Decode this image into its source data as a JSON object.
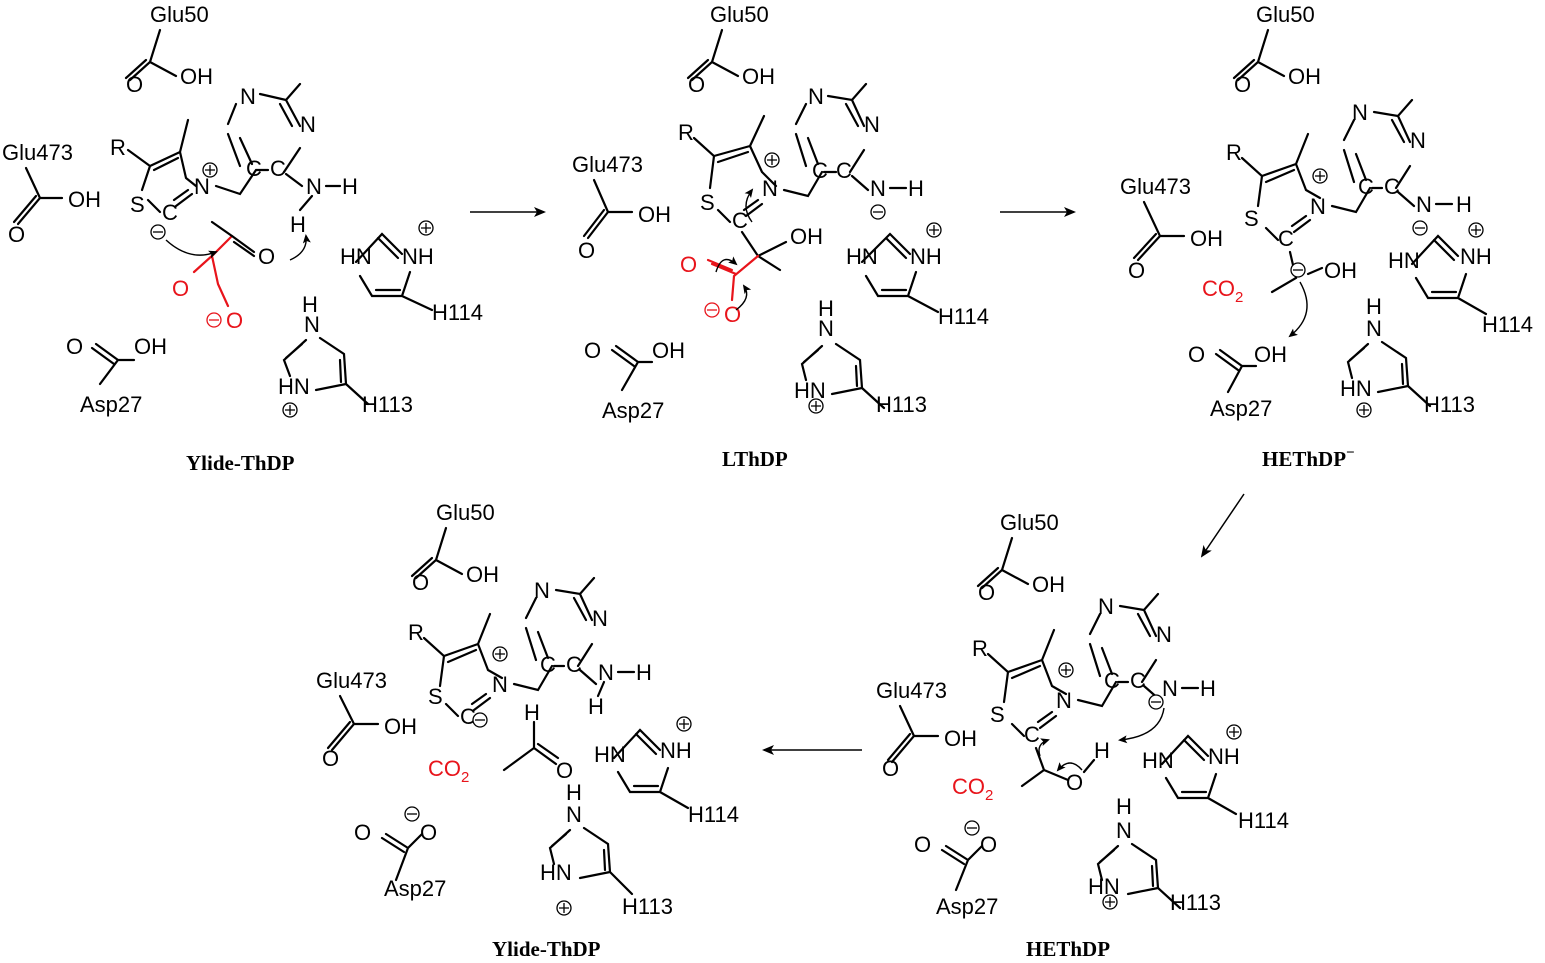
{
  "labels": {
    "glu50": "Glu50",
    "glu473": "Glu473",
    "asp27": "Asp27",
    "h114": "H114",
    "h113": "H113",
    "oh": "OH",
    "o": "O",
    "n": "N",
    "nh": "NH",
    "hn": "HN",
    "h": "H",
    "s": "S",
    "c": "C",
    "r": "R",
    "co2": "CO",
    "co2_sub": "2"
  },
  "captions": {
    "stage1": "Ylide-ThDP",
    "stage2": "LThDP",
    "stage3": "HEThDP",
    "stage3_sup": "−",
    "stage4": "HEThDP",
    "stage5": "Ylide-ThDP"
  },
  "colors": {
    "highlight": "#e8141b",
    "ink": "#000000"
  }
}
